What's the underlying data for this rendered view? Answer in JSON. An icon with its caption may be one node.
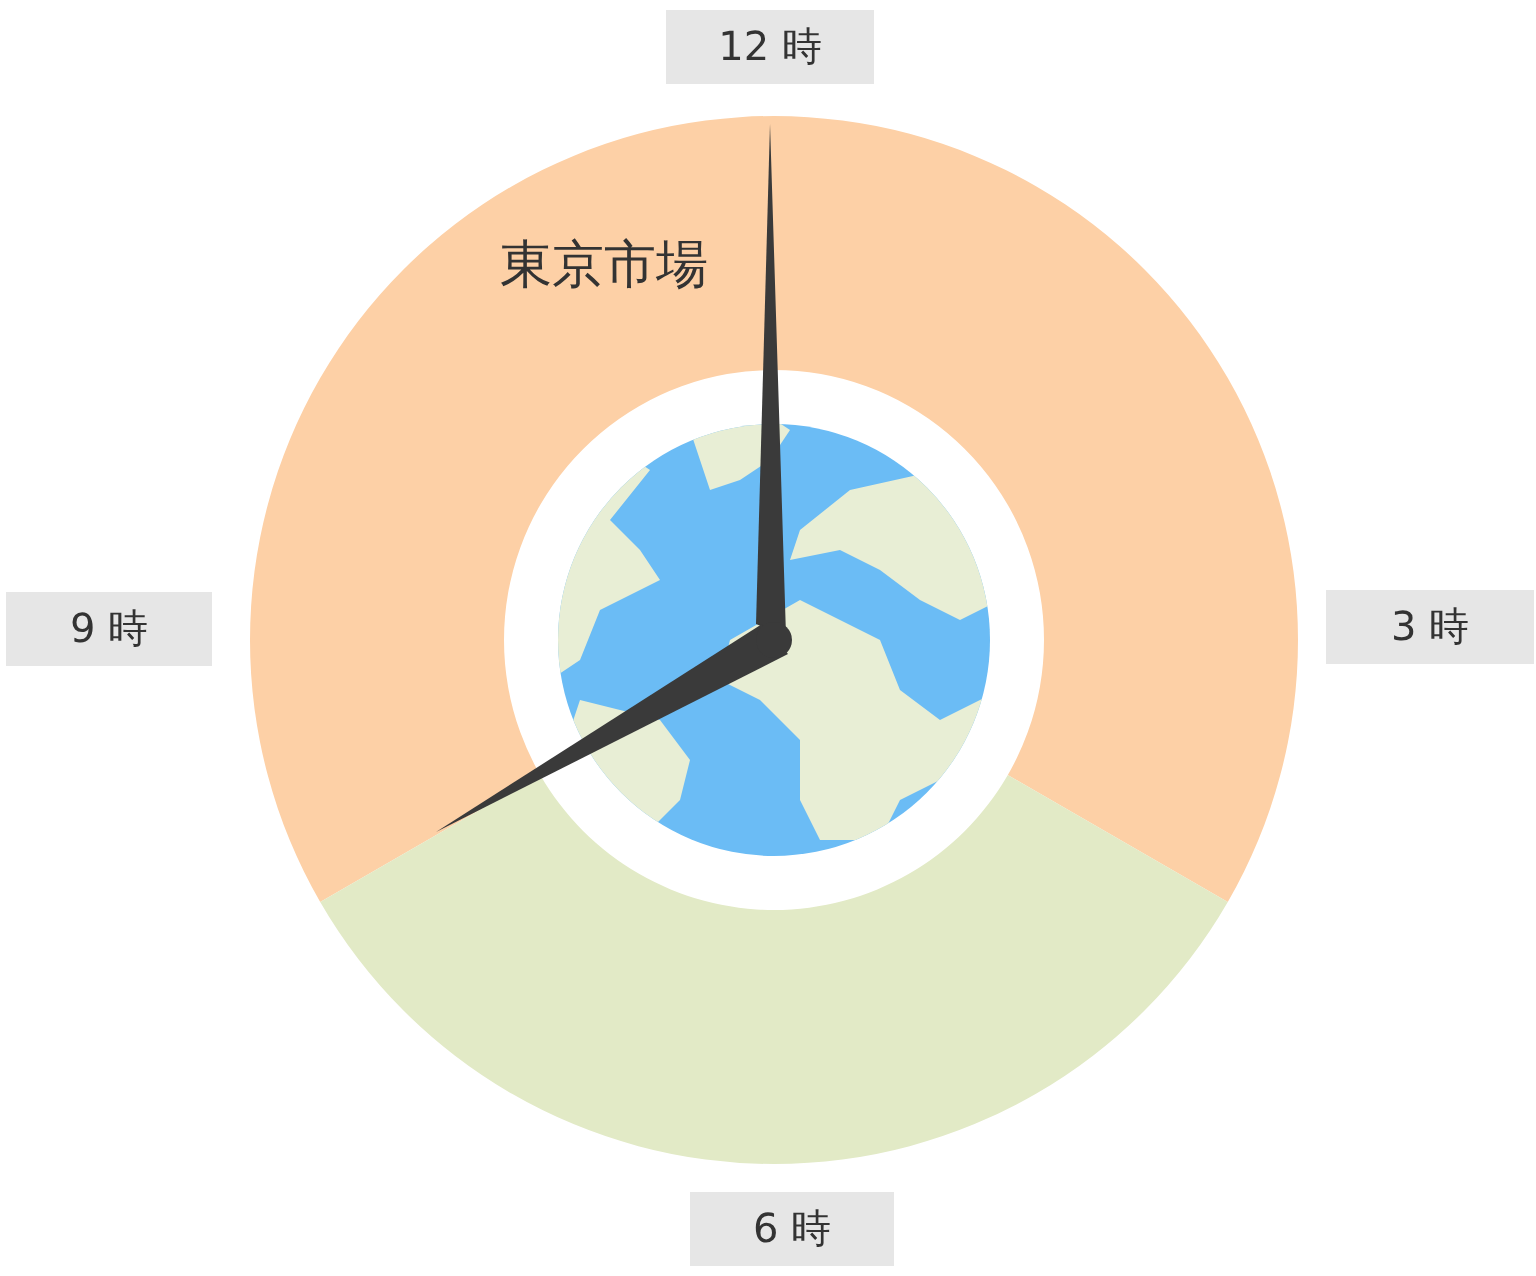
{
  "diagram": {
    "nodes": [
      {
        "text": [
          "12 時"
        ]
      },
      {
        "text": [
          "3 時"
        ]
      },
      {
        "text": [
          "6 時"
        ]
      },
      {
        "text": [
          "9 時"
        ]
      },
      {
        "text": [
          "東京市場"
        ]
      }
    ]
  }
}
